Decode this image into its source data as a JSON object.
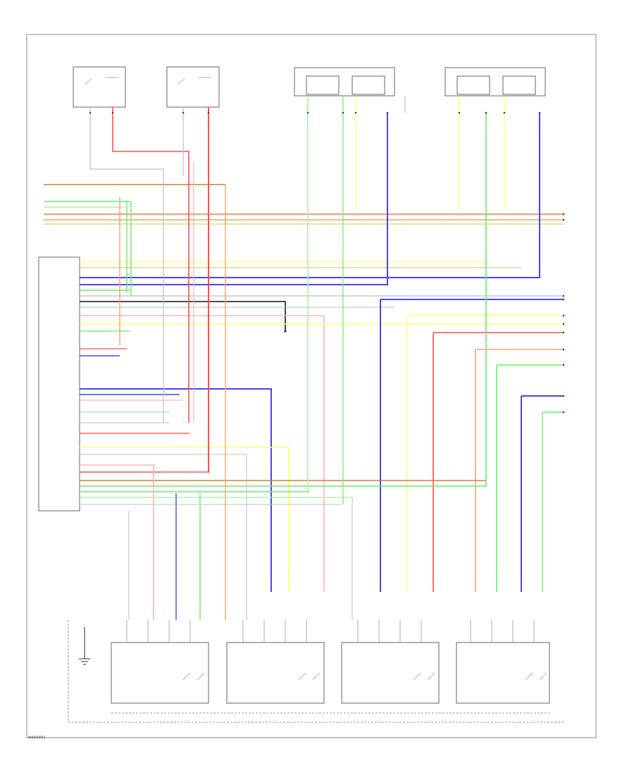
{
  "footer_code": "W0000001",
  "wire_colors": {
    "red": "#ff4d4d",
    "pink": "#ffb3b3",
    "orange": "#f5a46b",
    "tan": "#e8c48a",
    "yellow": "#ffff66",
    "green": "#66ee66",
    "lightgreen": "#aaf0aa",
    "blue": "#4444ff",
    "gray": "#bdbdbd",
    "black": "#333333",
    "brown": "#c08040"
  },
  "icons": [
    "ground-symbol",
    "switch-contact",
    "connector-pin"
  ]
}
